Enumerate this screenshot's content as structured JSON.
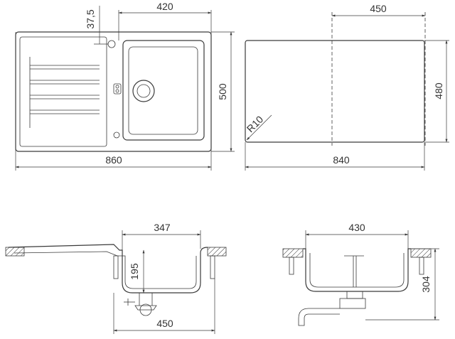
{
  "dimensions": {
    "top_left": {
      "drain_offset": "37,5",
      "bowl_width": "420",
      "depth": "500",
      "width": "860"
    },
    "cutout": {
      "inner_width": "450",
      "depth": "480",
      "radius": "R10",
      "width": "840"
    },
    "section_long": {
      "bowl_width": "347",
      "bowl_depth": "195",
      "bottom_width": "450"
    },
    "section_cross": {
      "bowl_width": "430",
      "total_depth": "304"
    }
  }
}
